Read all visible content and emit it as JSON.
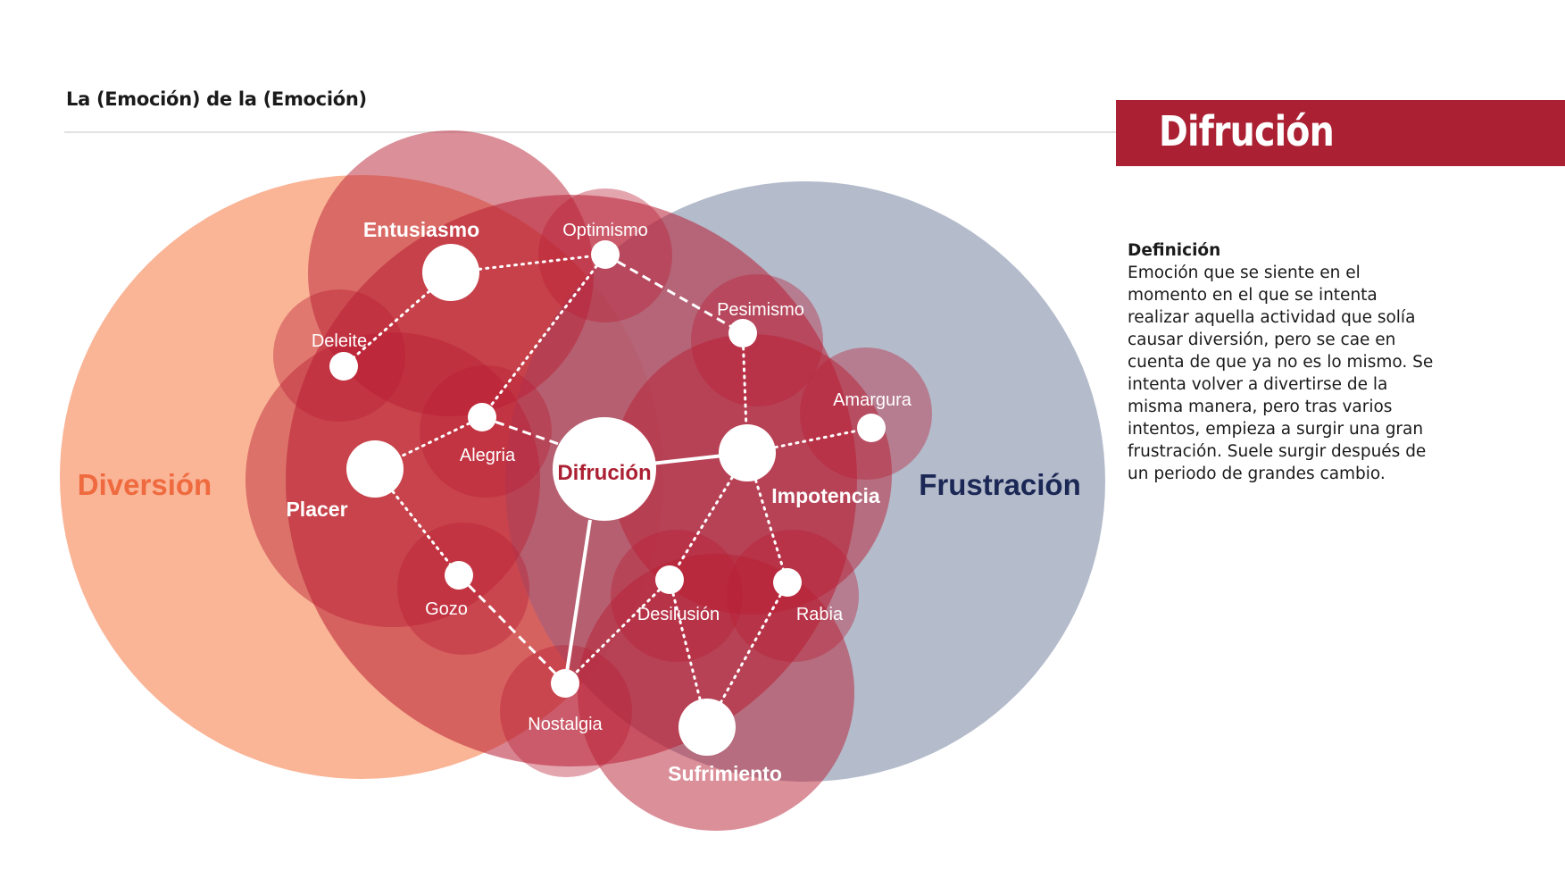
{
  "header": {
    "subtitle": "La (Emoción) de la (Emoción)",
    "banner_title": "Difrución"
  },
  "definition": {
    "heading": "Definición",
    "text": "Emoción que se siente en el momento en el que se intenta realizar aquella actividad que solía causar diversión, pero se cae en cuenta de que ya no es lo mismo. Se intenta volver a divertirse de la misma manera, pero tras varios intentos, empieza a surgir una gran frustración. Suele surgir después de un periodo de grandes cambio."
  },
  "diagram": {
    "groups": {
      "left": "Diversión",
      "right": "Frustración"
    },
    "nodes": {
      "entusiasmo": "Entusiasmo",
      "optimismo": "Optimismo",
      "pesimismo": "Pesimismo",
      "deleite": "Deleite",
      "amargura": "Amargura",
      "alegria": "Alegria",
      "difrucion": "Difrución",
      "impotencia": "Impotencia",
      "placer": "Placer",
      "gozo": "Gozo",
      "desilusion": "Desilusión",
      "rabia": "Rabia",
      "nostalgia": "Nostalgia",
      "sufrimiento": "Sufrimiento"
    },
    "colors": {
      "diversion": "#f9a37f",
      "frustracion": "#a4acbf",
      "emotion_fill": "#b81f34",
      "diversion_label": "#ef6a3f",
      "frustracion_label": "#1b2754",
      "center_label": "#ab2133"
    }
  }
}
